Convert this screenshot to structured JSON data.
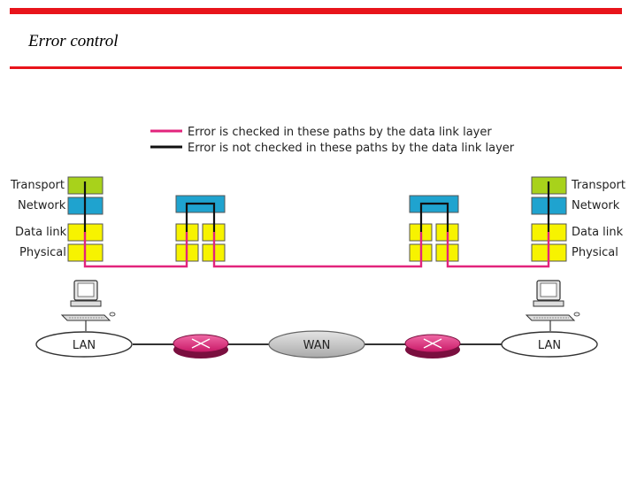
{
  "slide": {
    "title": "Error control"
  },
  "colors": {
    "accent_rule": "#e8141b",
    "checked_path": "#e2247c",
    "unchecked_path": "#111111",
    "transport": "#a8d21b",
    "network": "#1fa3cf",
    "datalink": "#f7f300",
    "physical": "#f7f300",
    "router": "#e2247c",
    "wan_cloud": "#c8c8c8"
  },
  "legend": {
    "checked": "Error is checked in these paths by the data link layer",
    "unchecked": "Error is not checked in these paths by the data link layer"
  },
  "left_stack": {
    "transport": "Transport",
    "network": "Network",
    "datalink": "Data link",
    "physical": "Physical"
  },
  "right_stack": {
    "transport": "Transport",
    "network": "Network",
    "datalink": "Data link",
    "physical": "Physical"
  },
  "networks": {
    "lan_left": "LAN",
    "wan": "WAN",
    "lan_right": "LAN"
  },
  "icons": [
    "computer-icon",
    "router-icon"
  ]
}
